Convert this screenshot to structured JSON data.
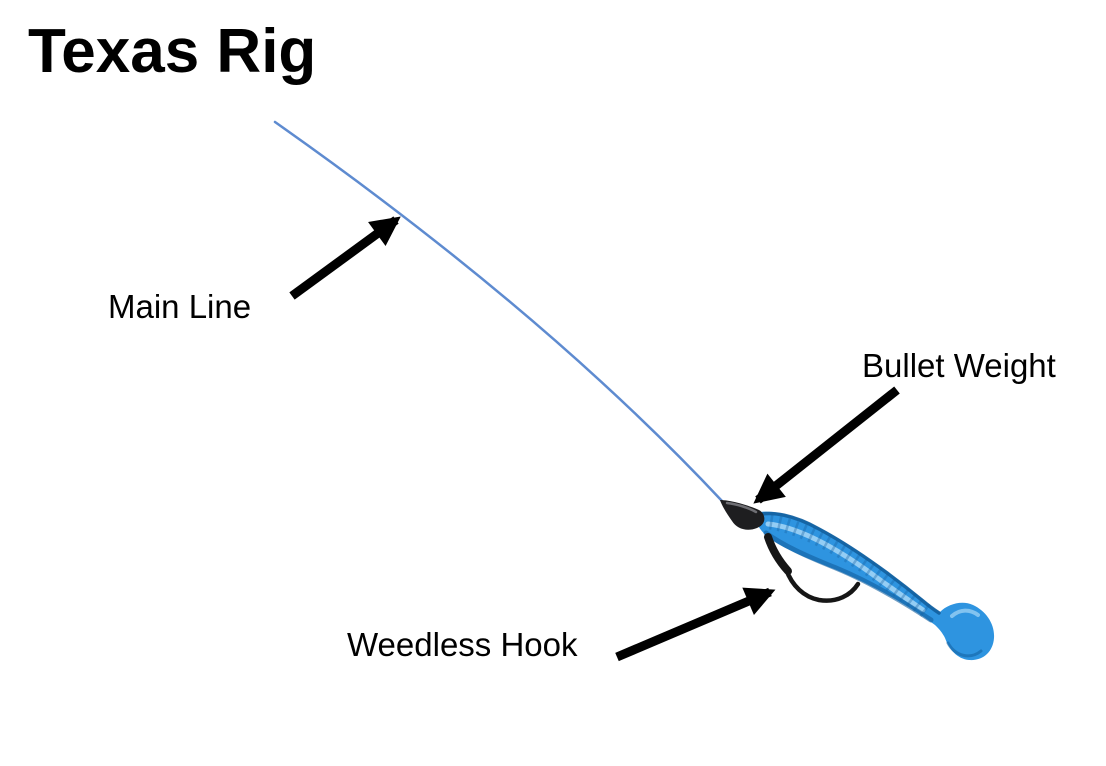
{
  "title": "Texas Rig",
  "diagram": {
    "labels": {
      "main_line": "Main Line",
      "bullet_weight": "Bullet Weight",
      "weedless_hook": "Weedless Hook"
    }
  },
  "colors": {
    "background": "#ffffff",
    "text": "#000000",
    "arrow": "#000000",
    "line_blue": "#5e8bd0",
    "lure_blue": "#2e94e0",
    "lure_blue_dark": "#135f9f",
    "lure_blue_light": "#a6d7f7",
    "weight_black": "#1e1e20",
    "weight_highlight": "#77777c",
    "hook_black": "#161616"
  }
}
